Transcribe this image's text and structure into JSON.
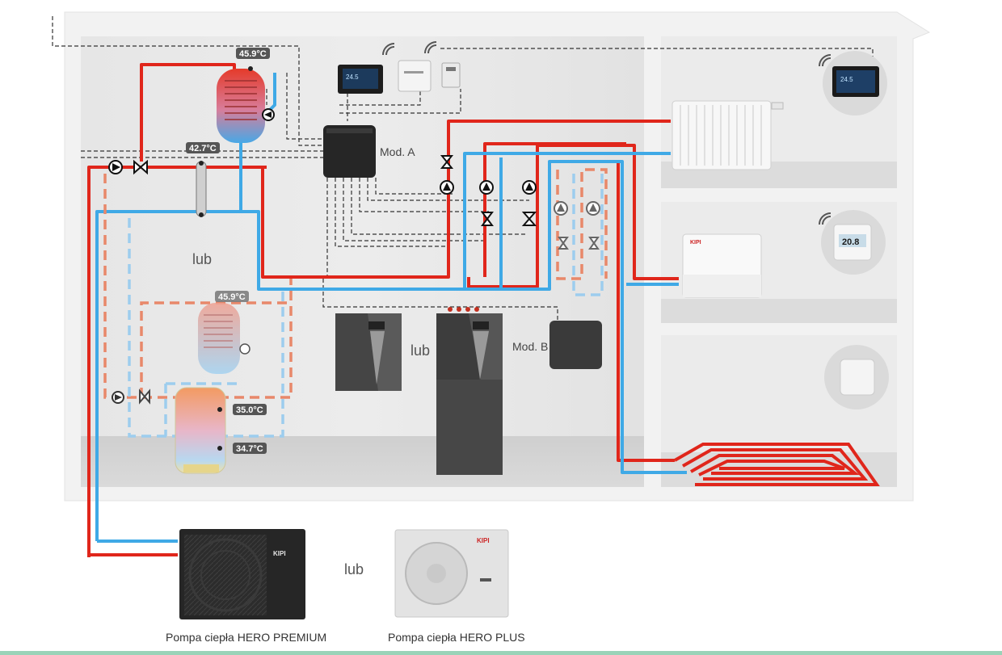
{
  "labels": {
    "mod_a": "Mod. A",
    "mod_b": "Mod. B",
    "lub_left": "lub",
    "lub_middle": "lub",
    "lub_bottom": "lub"
  },
  "temperatures": {
    "tank_top": "45.9°C",
    "buffer": "42.7°C",
    "tank_alt": "45.9°C",
    "boiler_upper": "35.0°C",
    "boiler_lower": "34.7°C"
  },
  "devices": {
    "controller_display": "24.5",
    "room_panel_display": "24.5",
    "thermostat_display": "20.8",
    "brand_logo": "KIPI"
  },
  "captions": {
    "hero_premium": "Pompa ciepła HERO PREMIUM",
    "hero_plus": "Pompa ciepła HERO PLUS"
  },
  "colors": {
    "supply_pipe": "#e0261b",
    "return_pipe": "#3fa9e6",
    "alt_supply": "#e8886a",
    "alt_return": "#9dcdee",
    "signal_line": "#333333"
  },
  "icons": [
    "wifi-signal-icon",
    "pump-icon",
    "valve-icon",
    "three-way-valve-icon",
    "temperature-sensor-icon"
  ]
}
